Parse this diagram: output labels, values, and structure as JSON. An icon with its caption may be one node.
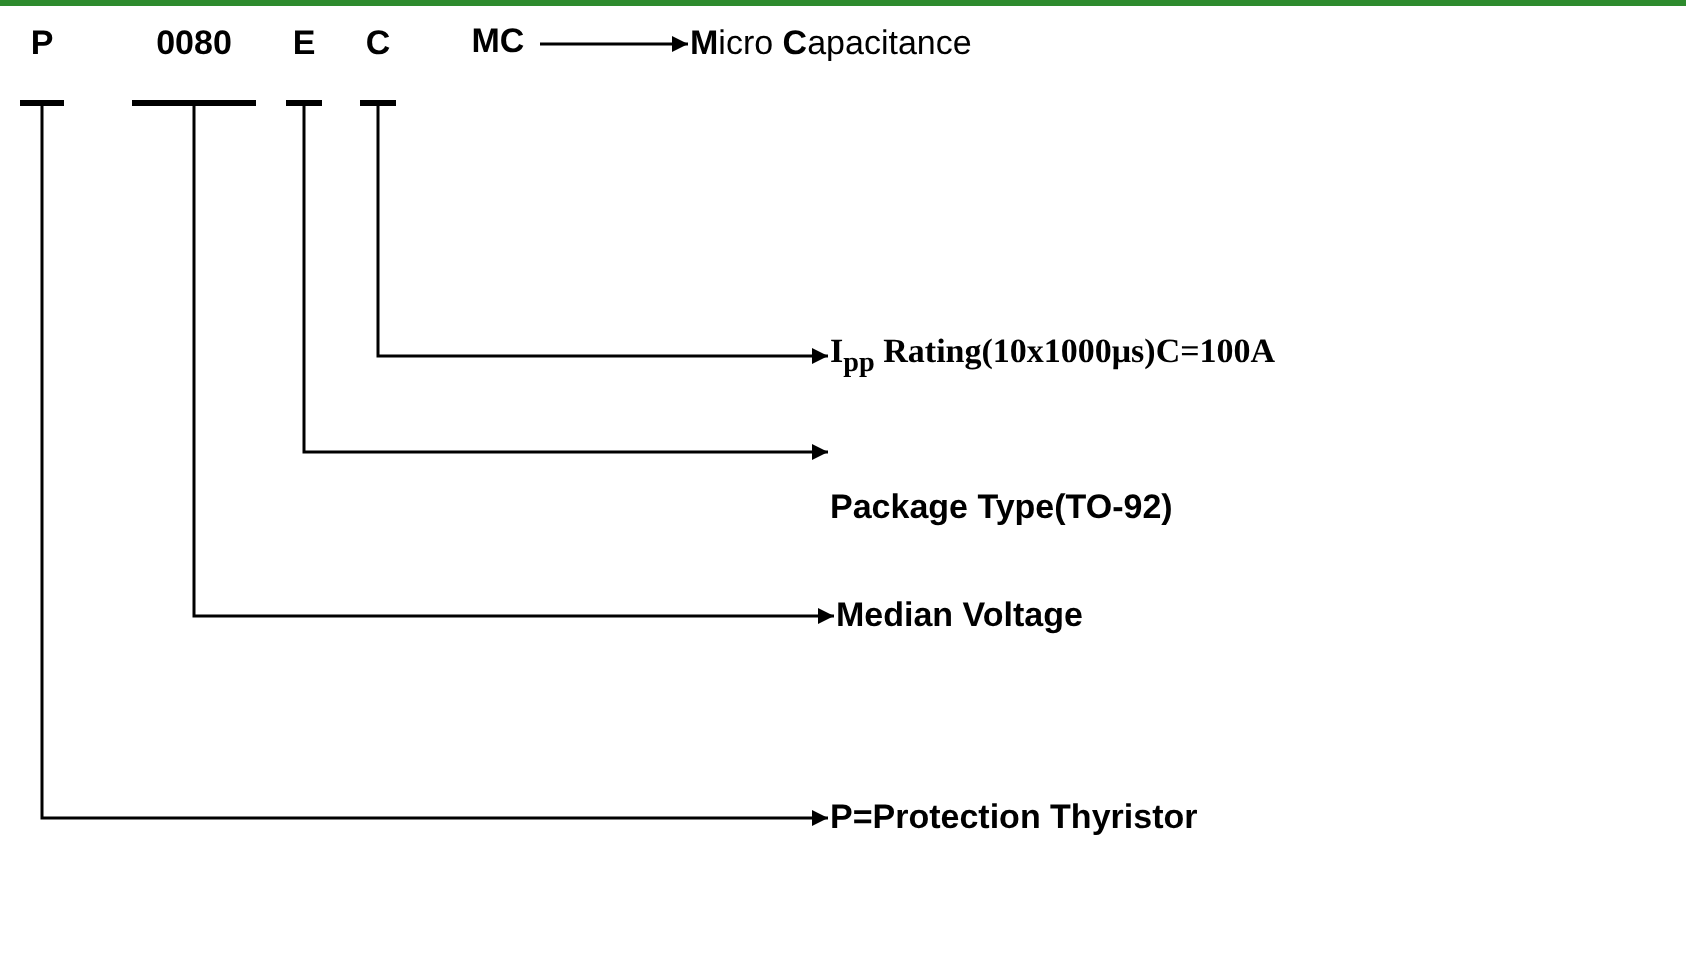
{
  "diagram": {
    "nodes": [
      {
        "text": [
          "P"
        ]
      },
      {
        "text": [
          "0080"
        ]
      },
      {
        "text": [
          "E"
        ]
      },
      {
        "text": [
          "C"
        ]
      },
      {
        "text": [
          "MC"
        ]
      },
      {
        "text": [
          "**M**icro **C**apacitance"
        ]
      },
      {
        "text": [
          "I$_{pp}$ Rating(10x1000μs)C=100A"
        ]
      },
      {
        "text": [
          "Package Type(TO-92)"
        ]
      },
      {
        "text": [
          "Median Voltage"
        ]
      },
      {
        "text": [
          "P=Protection Thyristor"
        ]
      }
    ],
    "edges": [
      {
        "from": 4,
        "to": 5,
        "arrow": "to"
      },
      {
        "from": 3,
        "to": 6,
        "arrow": "to"
      },
      {
        "from": 2,
        "to": 7,
        "arrow": "to"
      },
      {
        "from": 1,
        "to": 8,
        "arrow": "to"
      },
      {
        "from": 0,
        "to": 9,
        "arrow": "to"
      }
    ]
  }
}
